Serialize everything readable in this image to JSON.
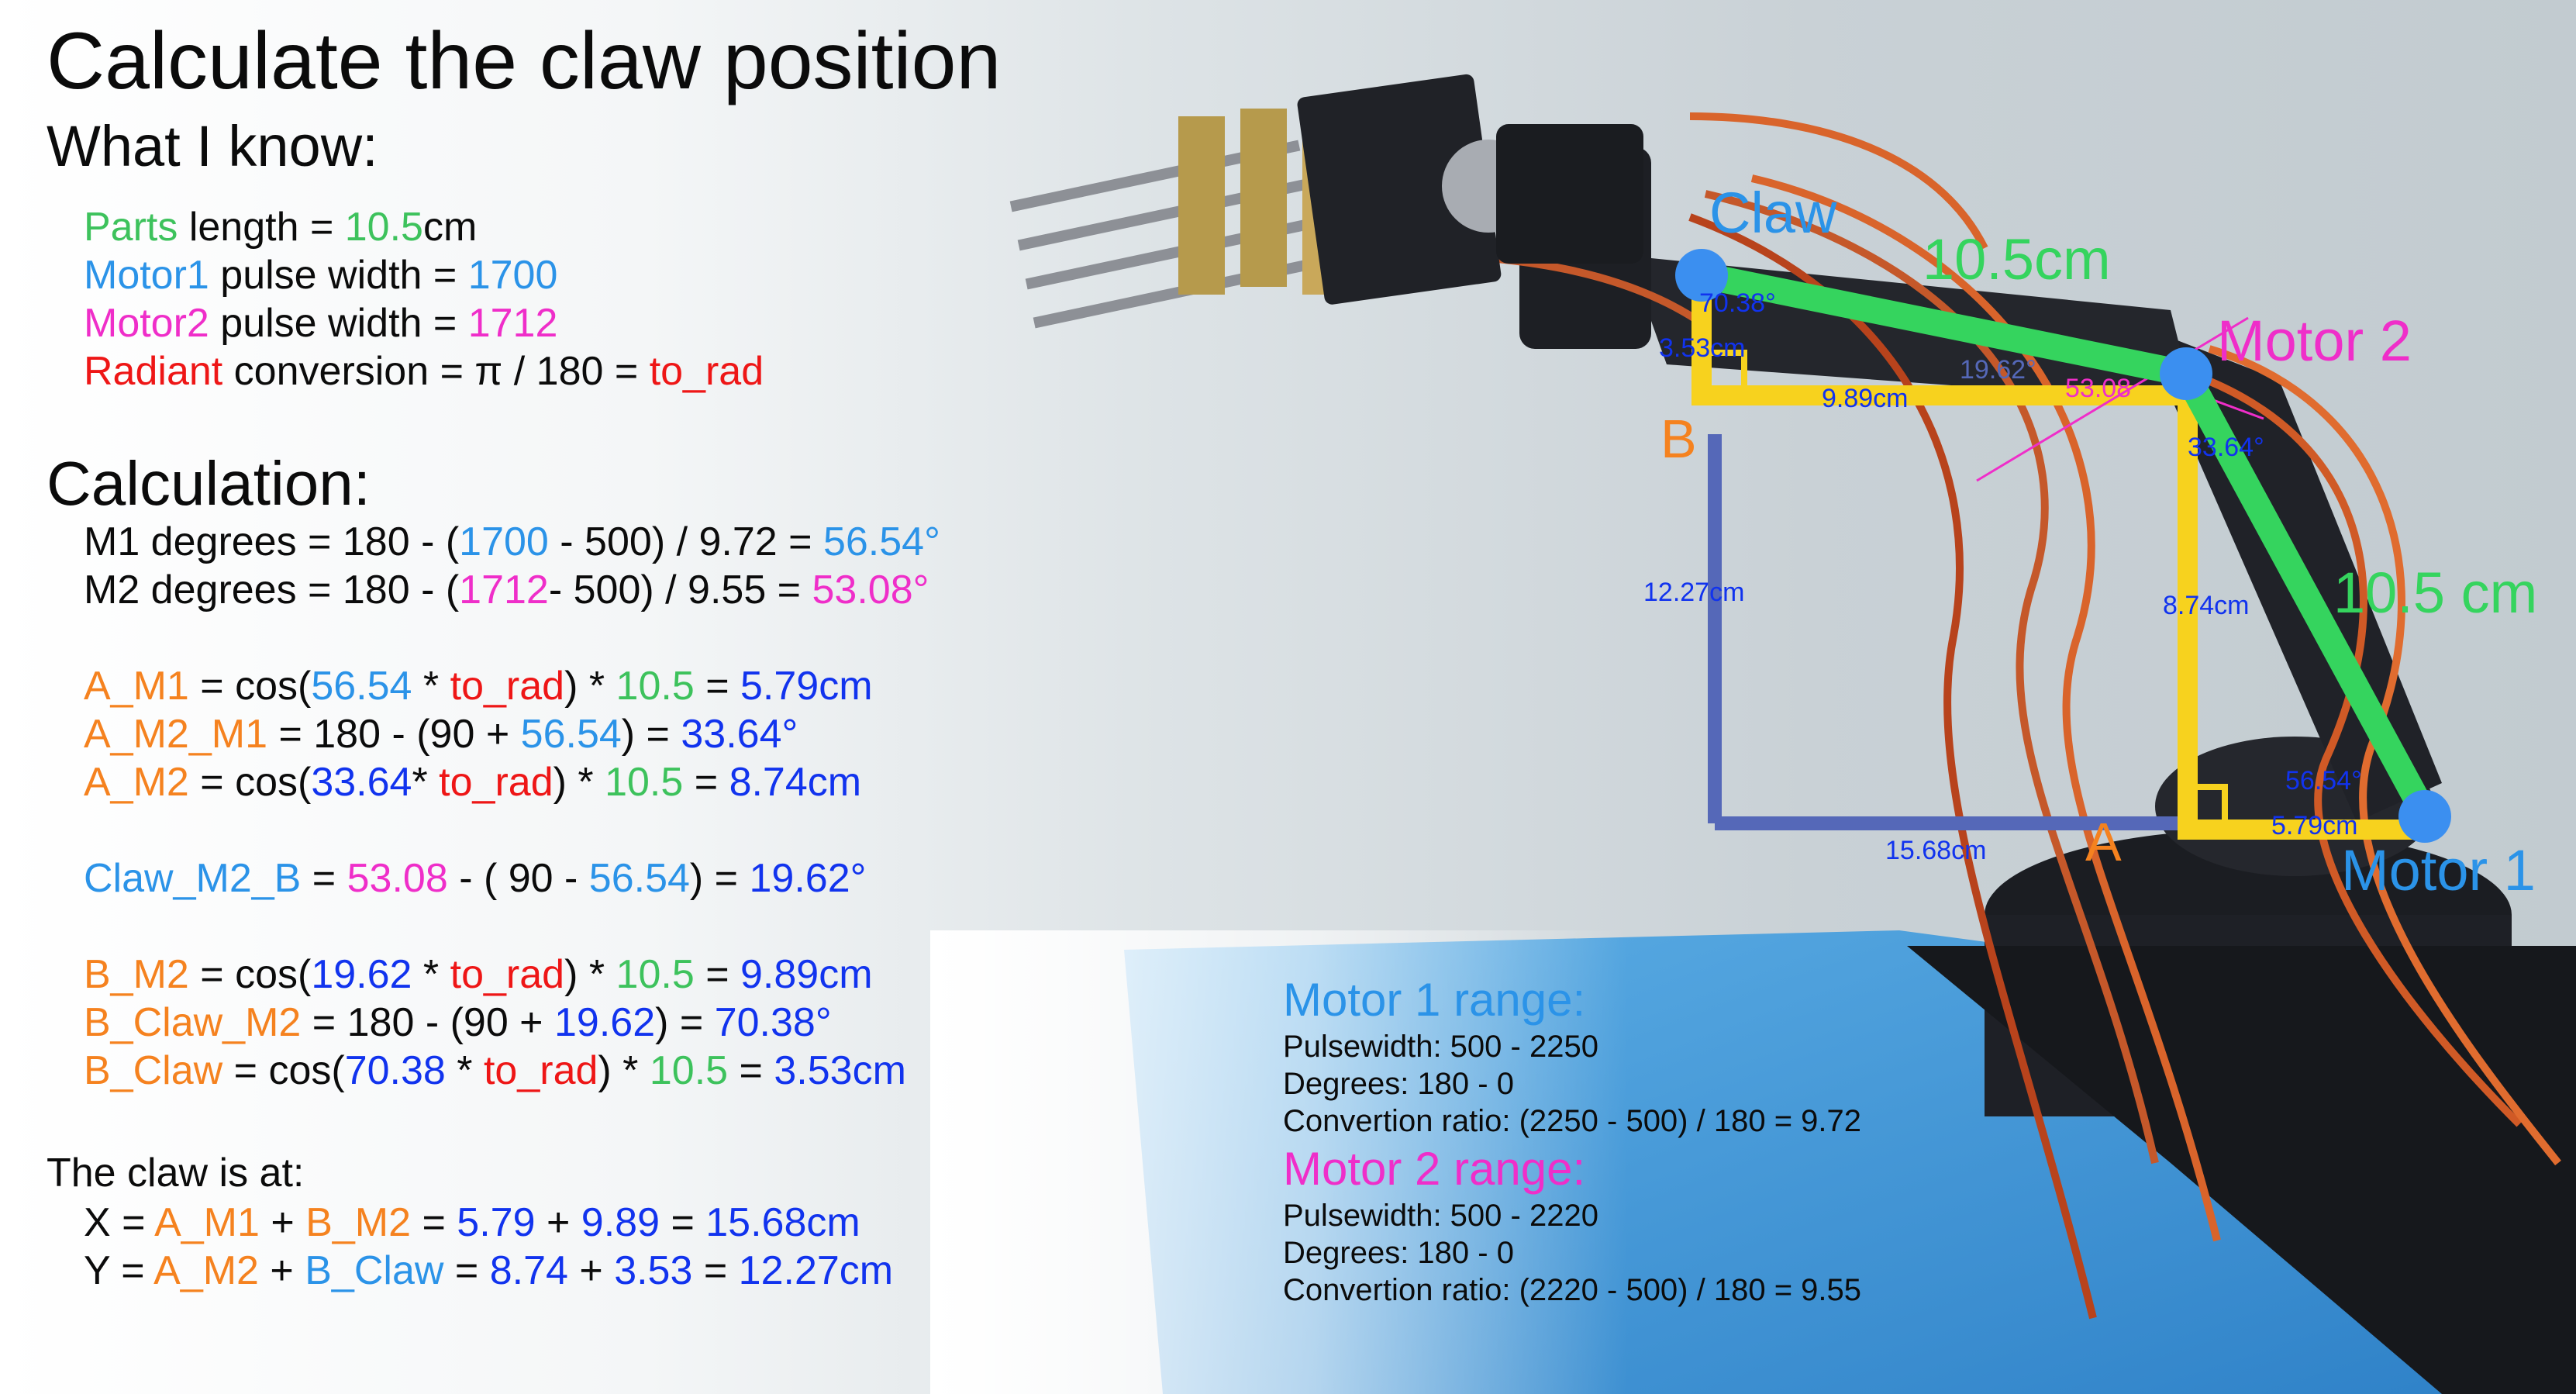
{
  "title": "Calculate the claw position",
  "known": {
    "heading": "What I know:",
    "lines": [
      [
        {
          "t": "Parts",
          "c": "green"
        },
        {
          "t": " length = ",
          "c": "black"
        },
        {
          "t": "10.5",
          "c": "green"
        },
        {
          "t": "cm",
          "c": "black"
        }
      ],
      [
        {
          "t": "Motor1",
          "c": "lblue"
        },
        {
          "t": " pulse width = ",
          "c": "black"
        },
        {
          "t": "1700",
          "c": "lblue"
        }
      ],
      [
        {
          "t": "Motor2",
          "c": "pink"
        },
        {
          "t": " pulse width = ",
          "c": "black"
        },
        {
          "t": "1712",
          "c": "pink"
        }
      ],
      [
        {
          "t": "Radiant",
          "c": "red"
        },
        {
          "t": " conversion = ",
          "c": "black"
        },
        {
          "t": "π",
          "c": "black"
        },
        {
          "t": "  / 180 = ",
          "c": "black"
        },
        {
          "t": "to_rad",
          "c": "red"
        }
      ]
    ]
  },
  "calc": {
    "heading": "Calculation:",
    "lines": [
      [
        {
          "t": "M1 degrees = 180 - (",
          "c": "black"
        },
        {
          "t": "1700",
          "c": "lblue"
        },
        {
          "t": " - 500) / 9.72 = ",
          "c": "black"
        },
        {
          "t": "56.54",
          "c": "lblue"
        },
        {
          "t": "°",
          "c": "lblue"
        }
      ],
      [
        {
          "t": "M2 degrees = 180 - (",
          "c": "black"
        },
        {
          "t": "1712",
          "c": "pink"
        },
        {
          "t": "- 500) / 9.55 = ",
          "c": "black"
        },
        {
          "t": "53.08",
          "c": "pink"
        },
        {
          "t": "°",
          "c": "pink"
        }
      ],
      [],
      [
        {
          "t": "A_M1",
          "c": "orange"
        },
        {
          "t": " = cos(",
          "c": "black"
        },
        {
          "t": "56.54",
          "c": "lblue"
        },
        {
          "t": " * ",
          "c": "black"
        },
        {
          "t": "to_rad",
          "c": "red"
        },
        {
          "t": ") * ",
          "c": "black"
        },
        {
          "t": "10.5",
          "c": "green"
        },
        {
          "t": " = ",
          "c": "black"
        },
        {
          "t": "5.79cm",
          "c": "blue"
        }
      ],
      [
        {
          "t": "A_M2_M1",
          "c": "orange"
        },
        {
          "t": " = 180 - (90 + ",
          "c": "black"
        },
        {
          "t": "56.54",
          "c": "lblue"
        },
        {
          "t": ") = ",
          "c": "black"
        },
        {
          "t": "33.64",
          "c": "blue"
        },
        {
          "t": "°",
          "c": "blue"
        }
      ],
      [
        {
          "t": "A_M2",
          "c": "orange"
        },
        {
          "t": " = cos(",
          "c": "black"
        },
        {
          "t": "33.64",
          "c": "blue"
        },
        {
          "t": "* ",
          "c": "black"
        },
        {
          "t": "to_rad",
          "c": "red"
        },
        {
          "t": ") * ",
          "c": "black"
        },
        {
          "t": "10.5",
          "c": "green"
        },
        {
          "t": " = ",
          "c": "black"
        },
        {
          "t": "8.74cm",
          "c": "blue"
        }
      ],
      [],
      [
        {
          "t": "Claw_M2_B",
          "c": "lblue"
        },
        {
          "t": " = ",
          "c": "black"
        },
        {
          "t": "53.08",
          "c": "pink"
        },
        {
          "t": " - ( 90 -  ",
          "c": "black"
        },
        {
          "t": "56.54",
          "c": "lblue"
        },
        {
          "t": ") = ",
          "c": "black"
        },
        {
          "t": "19.62",
          "c": "blue"
        },
        {
          "t": "°",
          "c": "blue"
        }
      ],
      [],
      [
        {
          "t": "B_M2",
          "c": "orange"
        },
        {
          "t": " = cos(",
          "c": "black"
        },
        {
          "t": "19.62",
          "c": "blue"
        },
        {
          "t": " * ",
          "c": "black"
        },
        {
          "t": "to_rad",
          "c": "red"
        },
        {
          "t": ") * ",
          "c": "black"
        },
        {
          "t": "10.5",
          "c": "green"
        },
        {
          "t": " = ",
          "c": "black"
        },
        {
          "t": "9.89cm",
          "c": "blue"
        }
      ],
      [
        {
          "t": "B_Claw_M2",
          "c": "orange"
        },
        {
          "t": " = 180 - (90 + ",
          "c": "black"
        },
        {
          "t": "19.62",
          "c": "blue"
        },
        {
          "t": ") = ",
          "c": "black"
        },
        {
          "t": "70.38",
          "c": "blue"
        },
        {
          "t": "°",
          "c": "blue"
        }
      ],
      [
        {
          "t": "B_Claw",
          "c": "orange"
        },
        {
          "t": " = cos(",
          "c": "black"
        },
        {
          "t": "70.38",
          "c": "blue"
        },
        {
          "t": " * ",
          "c": "black"
        },
        {
          "t": "to_rad",
          "c": "red"
        },
        {
          "t": ") * ",
          "c": "black"
        },
        {
          "t": "10.5",
          "c": "green"
        },
        {
          "t": " = ",
          "c": "black"
        },
        {
          "t": "3.53cm",
          "c": "blue"
        }
      ]
    ]
  },
  "result": {
    "heading": "The claw is at:",
    "lines": [
      [
        {
          "t": "X = ",
          "c": "black"
        },
        {
          "t": "A_M1",
          "c": "orange"
        },
        {
          "t": " + ",
          "c": "black"
        },
        {
          "t": "B_M2",
          "c": "orange"
        },
        {
          "t": " = ",
          "c": "black"
        },
        {
          "t": "5.79",
          "c": "blue"
        },
        {
          "t": " +  ",
          "c": "black"
        },
        {
          "t": "9.89",
          "c": "blue"
        },
        {
          "t": " = ",
          "c": "black"
        },
        {
          "t": "15.68cm",
          "c": "blue"
        }
      ],
      [
        {
          "t": "Y = ",
          "c": "black"
        },
        {
          "t": "A_M2",
          "c": "orange"
        },
        {
          "t": " + ",
          "c": "black"
        },
        {
          "t": "B_Claw",
          "c": "lblue"
        },
        {
          "t": "  = ",
          "c": "black"
        },
        {
          "t": "8.74",
          "c": "blue"
        },
        {
          "t": " + ",
          "c": "black"
        },
        {
          "t": "3.53",
          "c": "blue"
        },
        {
          "t": " = ",
          "c": "black"
        },
        {
          "t": "12.27cm",
          "c": "blue"
        }
      ]
    ]
  },
  "motor1_range": {
    "title": "Motor 1 range:",
    "lines": [
      "Pulsewidth: 500 - 2250",
      "Degrees: 180 - 0",
      "Convertion ratio: (2250 - 500) / 180 = 9.72"
    ]
  },
  "motor2_range": {
    "title": "Motor 2 range:",
    "lines": [
      "Pulsewidth: 500 - 2220",
      "Degrees: 180 - 0",
      "Convertion ratio: (2220 - 500) / 180 = 9.55"
    ]
  },
  "diagram": {
    "claw_label": "Claw",
    "motor1_label": "Motor 1",
    "motor2_label": "Motor 2",
    "upper_arm_length": "10.5cm",
    "lower_arm_length": "10.5 cm",
    "point_a": "A",
    "point_b": "B",
    "claw_angle": "70.38°",
    "b_claw": "3.53cm",
    "b_m2": "9.89cm",
    "claw_m2_b_angle": "19.62°",
    "m2_angle": "53.08",
    "a_m2_m1_angle": "33.64°",
    "y_total": "12.27cm",
    "a_m2": "8.74cm",
    "m1_angle": "56.54°",
    "a_m1": "5.79cm",
    "x_total": "15.68cm"
  },
  "colors": {
    "green": "#3dc25c",
    "lblue": "#2b93e8",
    "pink": "#ef2ec9",
    "red": "#ee1616",
    "orange": "#f5821f",
    "blue": "#1133ee",
    "black": "#0b0b0b",
    "arm_green": "#35d45e",
    "yellow": "#f7d21e",
    "steel": "#5568b8",
    "joint": "#3b8ff0"
  }
}
